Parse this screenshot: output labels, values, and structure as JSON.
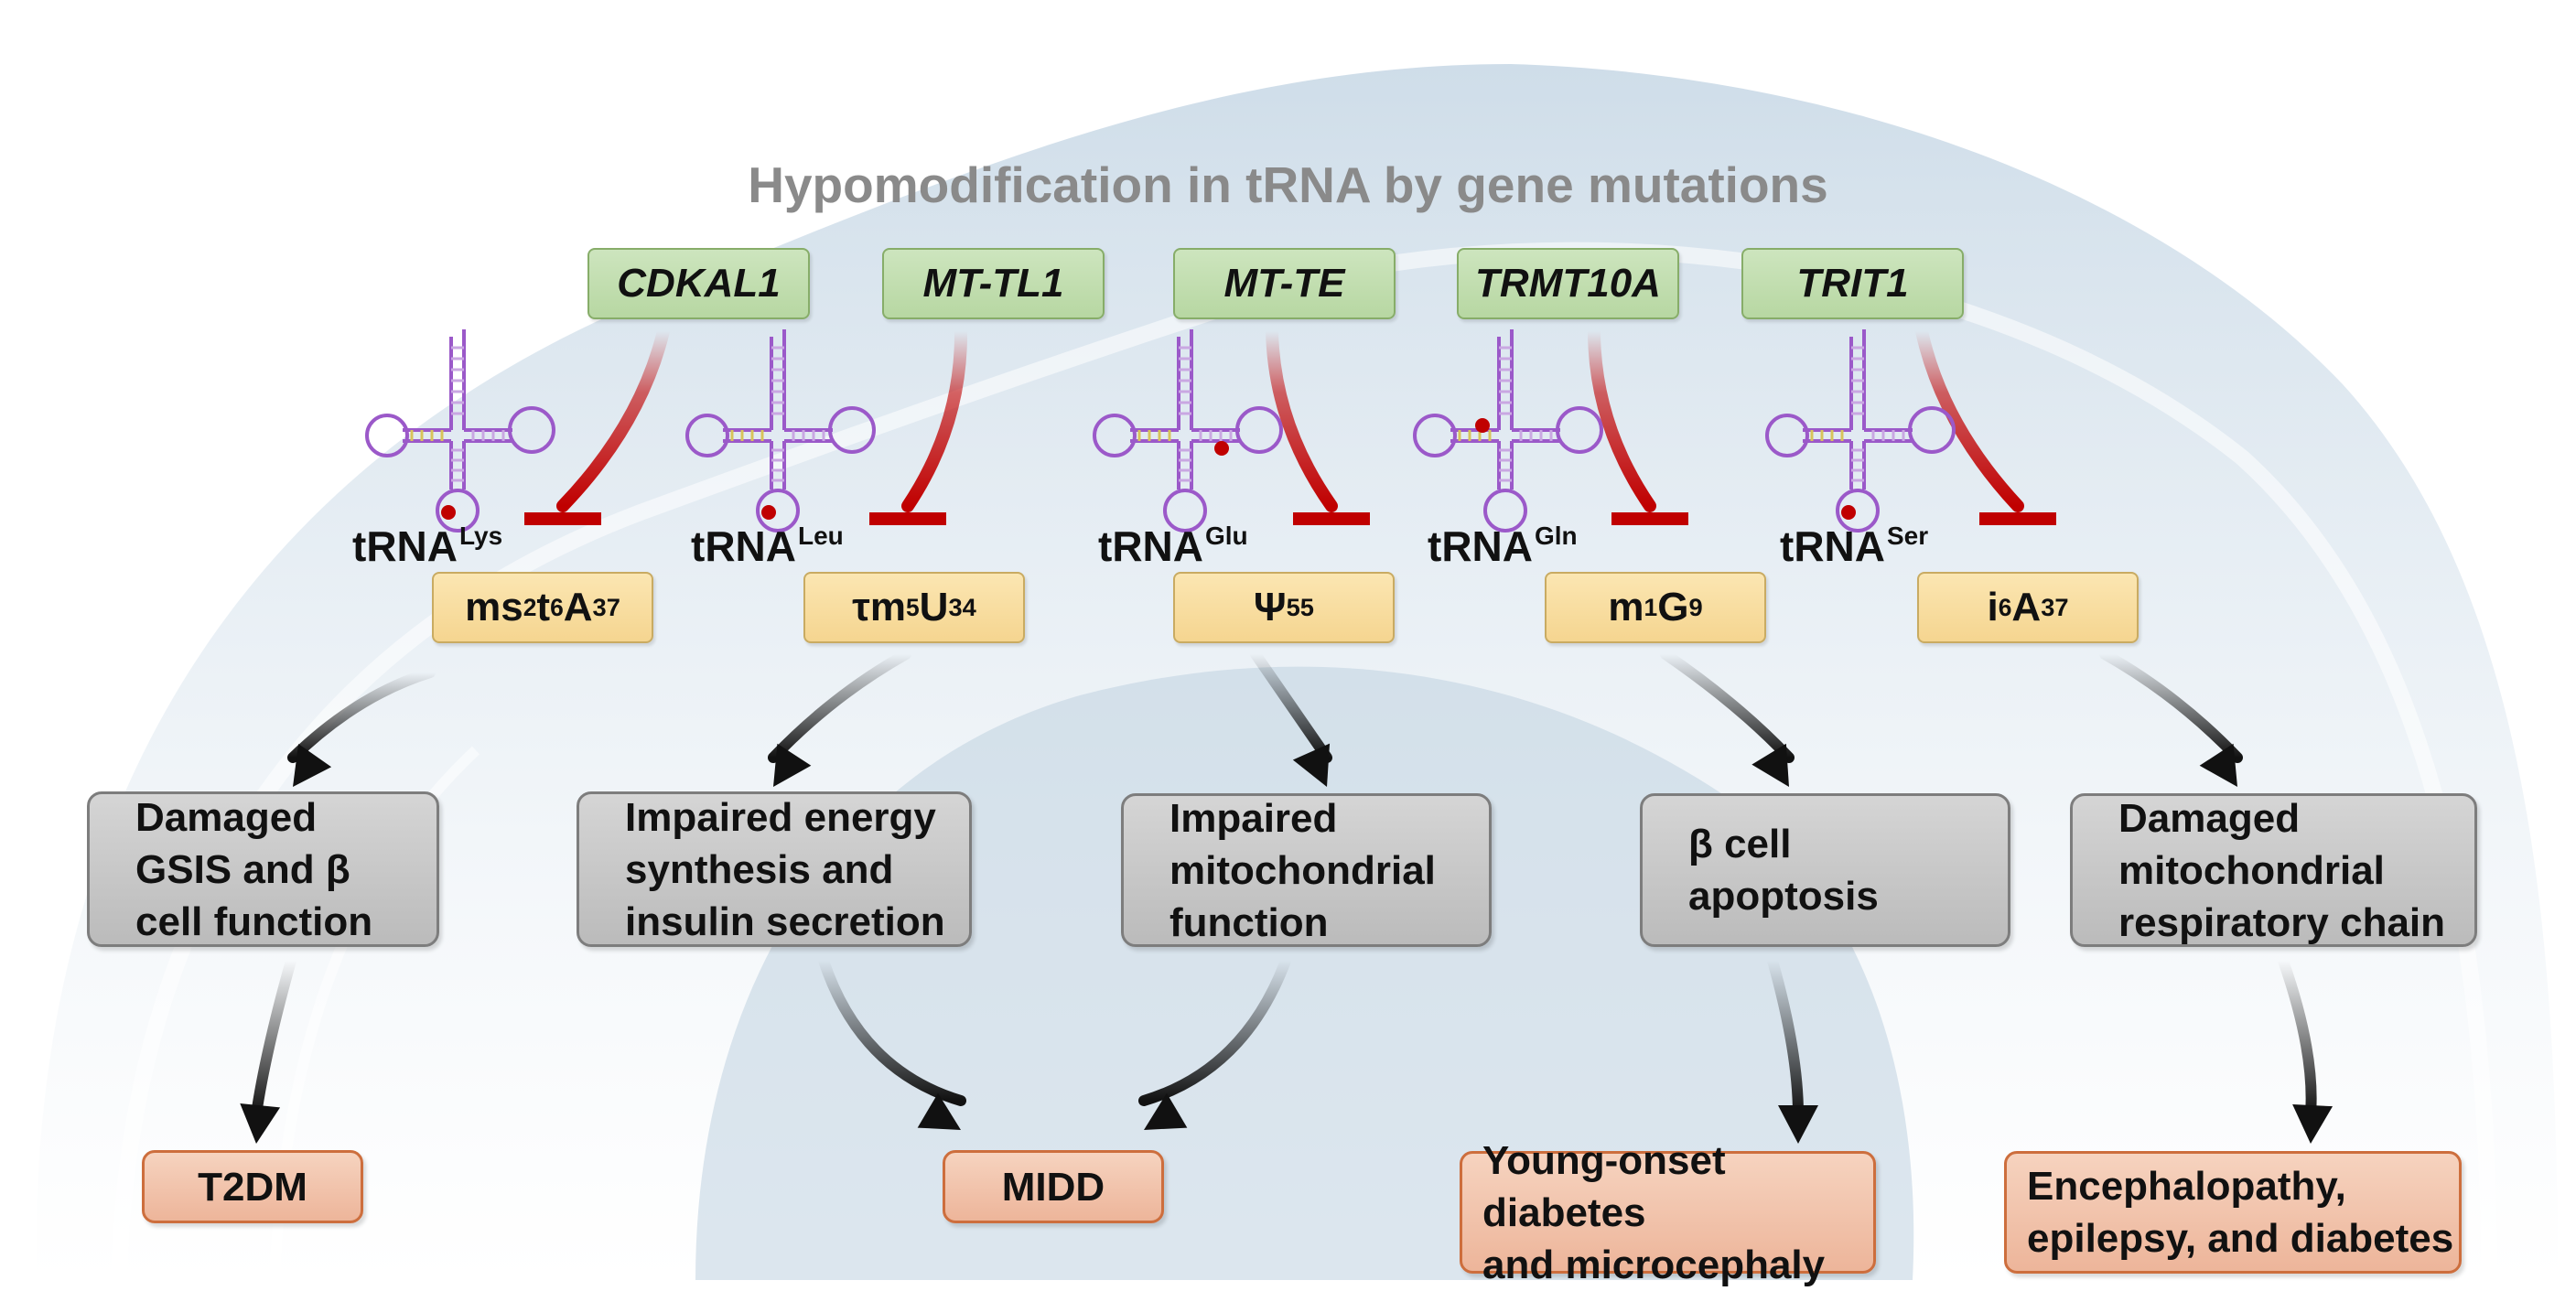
{
  "title": "Hypomodification in tRNA by gene mutations",
  "genes": [
    "CDKAL1",
    "MT-TL1",
    "MT-TE",
    "TRMT10A",
    "TRIT1"
  ],
  "trnas": [
    {
      "base": "tRNA",
      "sup": "Lys"
    },
    {
      "base": "tRNA",
      "sup": "Leu"
    },
    {
      "base": "tRNA",
      "sup": "Glu"
    },
    {
      "base": "tRNA",
      "sup": "Gln"
    },
    {
      "base": "tRNA",
      "sup": "Ser"
    }
  ],
  "modifications": [
    {
      "parts": [
        {
          "t": "ms"
        },
        {
          "t": "2",
          "s": "sup"
        },
        {
          "t": "t"
        },
        {
          "t": "6",
          "s": "sup"
        },
        {
          "t": "A"
        },
        {
          "t": "37",
          "s": "sub"
        }
      ]
    },
    {
      "parts": [
        {
          "t": "τm"
        },
        {
          "t": "5",
          "s": "sup"
        },
        {
          "t": "U"
        },
        {
          "t": "34",
          "s": "sub"
        }
      ]
    },
    {
      "parts": [
        {
          "t": "Ψ"
        },
        {
          "t": "55",
          "s": "sub"
        }
      ]
    },
    {
      "parts": [
        {
          "t": "m"
        },
        {
          "t": "1",
          "s": "sup"
        },
        {
          "t": "G"
        },
        {
          "t": "9",
          "s": "sub"
        }
      ]
    },
    {
      "parts": [
        {
          "t": "i"
        },
        {
          "t": "6",
          "s": "sup"
        },
        {
          "t": "A"
        },
        {
          "t": "37",
          "s": "sub"
        }
      ]
    }
  ],
  "effects": [
    [
      "Damaged",
      "GSIS and β",
      "cell function"
    ],
    [
      "Impaired energy",
      "synthesis and",
      "insulin secretion"
    ],
    [
      "Impaired",
      "mitochondrial",
      "function"
    ],
    [
      "β cell",
      "apoptosis"
    ],
    [
      "Damaged",
      "mitochondrial",
      "respiratory chain"
    ]
  ],
  "diseases": [
    [
      "T2DM"
    ],
    [
      "MIDD"
    ],
    [
      "Young-onset diabetes",
      "and microcephaly"
    ],
    [
      "Encephalopathy,",
      "epilepsy, and diabetes"
    ]
  ],
  "colors": {
    "inhibit": "#c00000",
    "trna": "#9b59c9",
    "site_dot": "#c00000",
    "arrow": "#111111",
    "background_shape": "#cfdde9"
  }
}
